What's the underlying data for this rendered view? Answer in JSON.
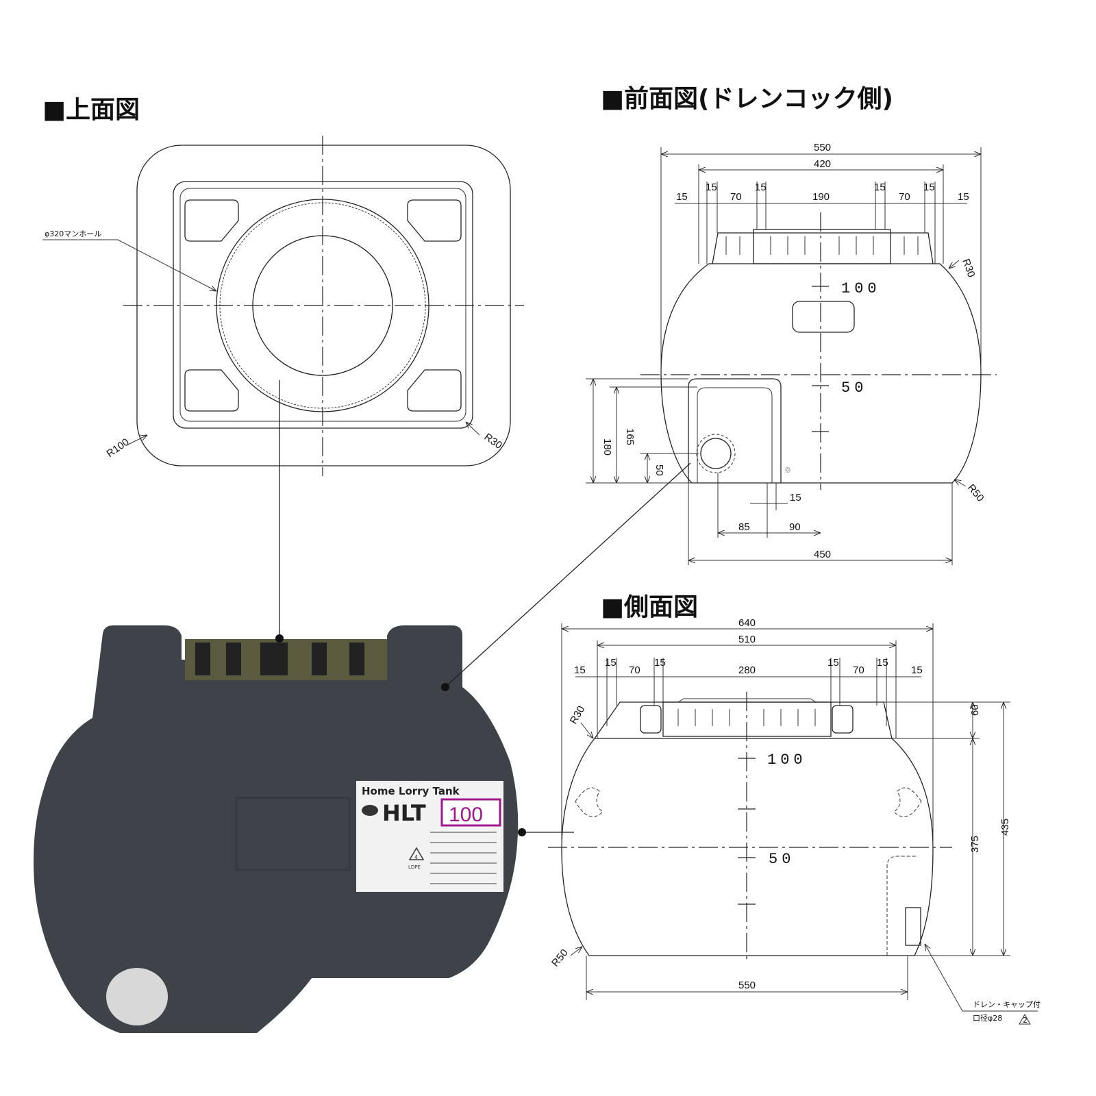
{
  "titles": {
    "top": "■上面図",
    "front": "■前面図(ドレンコック側)",
    "side": "■側面図"
  },
  "top_view": {
    "manhole": "φ320マンホール",
    "r100": "R100",
    "r30": "R30"
  },
  "front_view": {
    "d550": "550",
    "d420": "420",
    "d15a": "15",
    "d15b": "15",
    "d70a": "70",
    "d15c": "15",
    "d190": "190",
    "d15d": "15",
    "d70b": "70",
    "d15e": "15",
    "d15f": "15",
    "r30": "R30",
    "r50": "R50",
    "l100": "100",
    "l50": "50",
    "d180": "180",
    "d165": "165",
    "d50": "50",
    "d15g": "15",
    "d85": "85",
    "d90": "90",
    "d450": "450"
  },
  "side_view": {
    "d640": "640",
    "d510": "510",
    "d15a": "15",
    "d15b": "15",
    "d70a": "70",
    "d15c": "15",
    "d280": "280",
    "d15d": "15",
    "d70b": "70",
    "d15e": "15",
    "d15f": "15",
    "r30": "R30",
    "r50": "R50",
    "l100": "100",
    "l50": "50",
    "d60": "60",
    "d375": "375",
    "d435": "435",
    "d550": "550",
    "note1": "ドレン・キャップ付",
    "note2": "口径φ28",
    "rev": "2"
  },
  "photo": {
    "label_line1": "Home Lorry Tank",
    "label_brand": "HLT",
    "label_capacity": "100",
    "recycle": "4",
    "recycle_text": "LDPE",
    "colors": {
      "tank": "#3d4349",
      "capacity": "#a0188c",
      "cap": "#d8d8d8"
    }
  }
}
